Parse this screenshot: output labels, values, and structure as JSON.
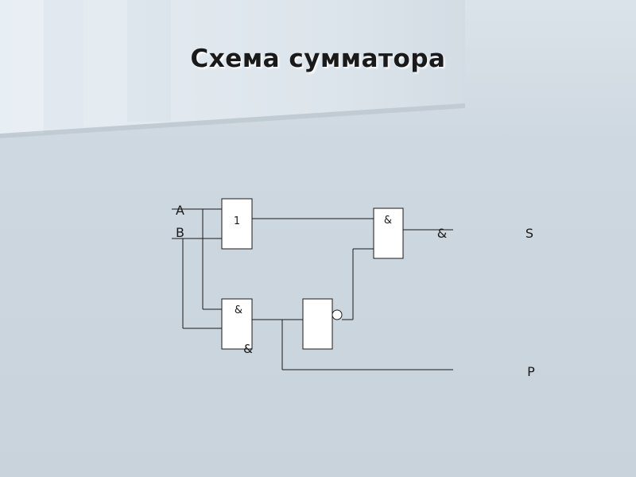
{
  "slide": {
    "title": "Схема сумматора"
  },
  "diagram": {
    "inputs": {
      "a": "A",
      "b": "B"
    },
    "gates": {
      "or_symbol": "1",
      "and_top_symbol": "&",
      "and_bottom_symbol": "&",
      "and_bottom_ghost": "&"
    },
    "outputs": {
      "sum_ghost": "&",
      "sum": "S",
      "carry": "P"
    }
  },
  "colors": {
    "background": "#ccd6df",
    "line": "#1a1a1a",
    "gate_fill": "#ffffff"
  }
}
